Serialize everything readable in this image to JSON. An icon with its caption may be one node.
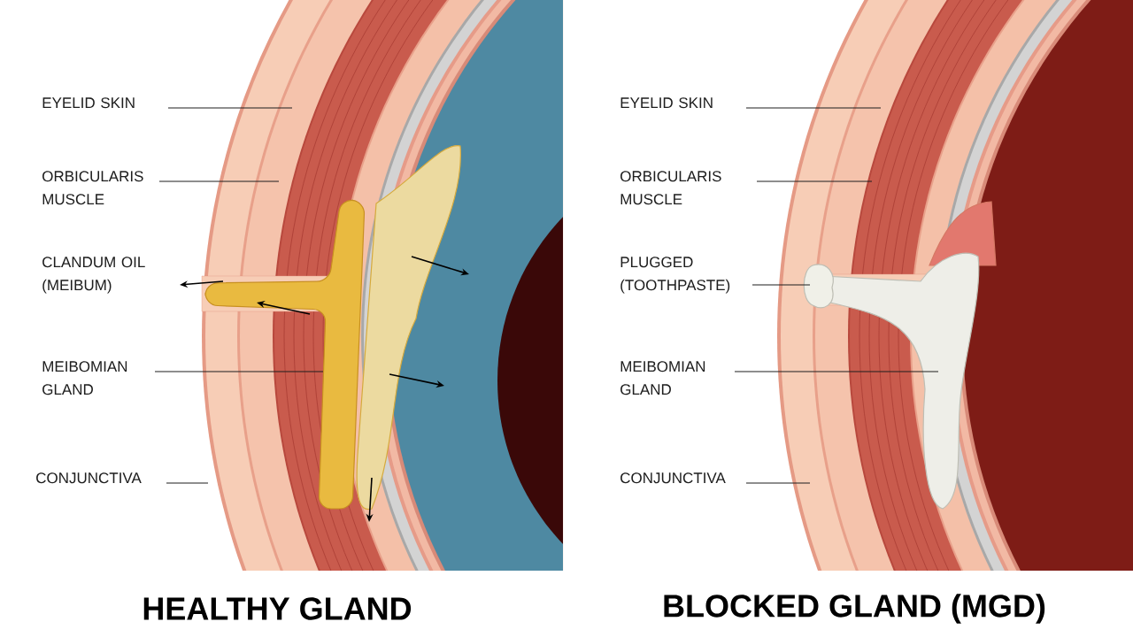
{
  "diagram": {
    "nodes": [
      {
        "text": [
          "EYELID SKIN"
        ]
      },
      {
        "text": [
          "ORBICULARIS MUSCLE"
        ]
      },
      {
        "text": [
          "CLANDUM OIL (MEIBUM)"
        ]
      },
      {
        "text": [
          "MEIBOMIAN GLAND"
        ]
      },
      {
        "text": [
          "CONJUNCTIVA"
        ]
      },
      {
        "text": [
          "EYELID SKIN"
        ]
      },
      {
        "text": [
          "ORBICULARIS MUSCLE"
        ]
      },
      {
        "text": [
          "PLUGGED (TOOTHPASTE)"
        ]
      },
      {
        "text": [
          "MEIBOMIAN GLAND"
        ]
      },
      {
        "text": [
          "CONJUNCTIVA"
        ]
      }
    ],
    "edges": [
      {
        "from": 0,
        "to": null,
        "arrow": "none"
      },
      {
        "from": 1,
        "to": null,
        "arrow": "none"
      },
      {
        "from": 3,
        "to": null,
        "arrow": "none"
      },
      {
        "from": 4,
        "to": null,
        "arrow": "none"
      },
      {
        "from": 5,
        "to": null,
        "arrow": "none"
      },
      {
        "from": 6,
        "to": null,
        "arrow": "none"
      },
      {
        "from": 7,
        "to": null,
        "arrow": "none"
      },
      {
        "from": 8,
        "to": null,
        "arrow": "none"
      },
      {
        "from": 9,
        "to": null,
        "arrow": "none"
      }
    ],
    "labels": [
      "HEALTHY GLAND",
      "BLOCKED GLAND (MGD)"
    ]
  }
}
